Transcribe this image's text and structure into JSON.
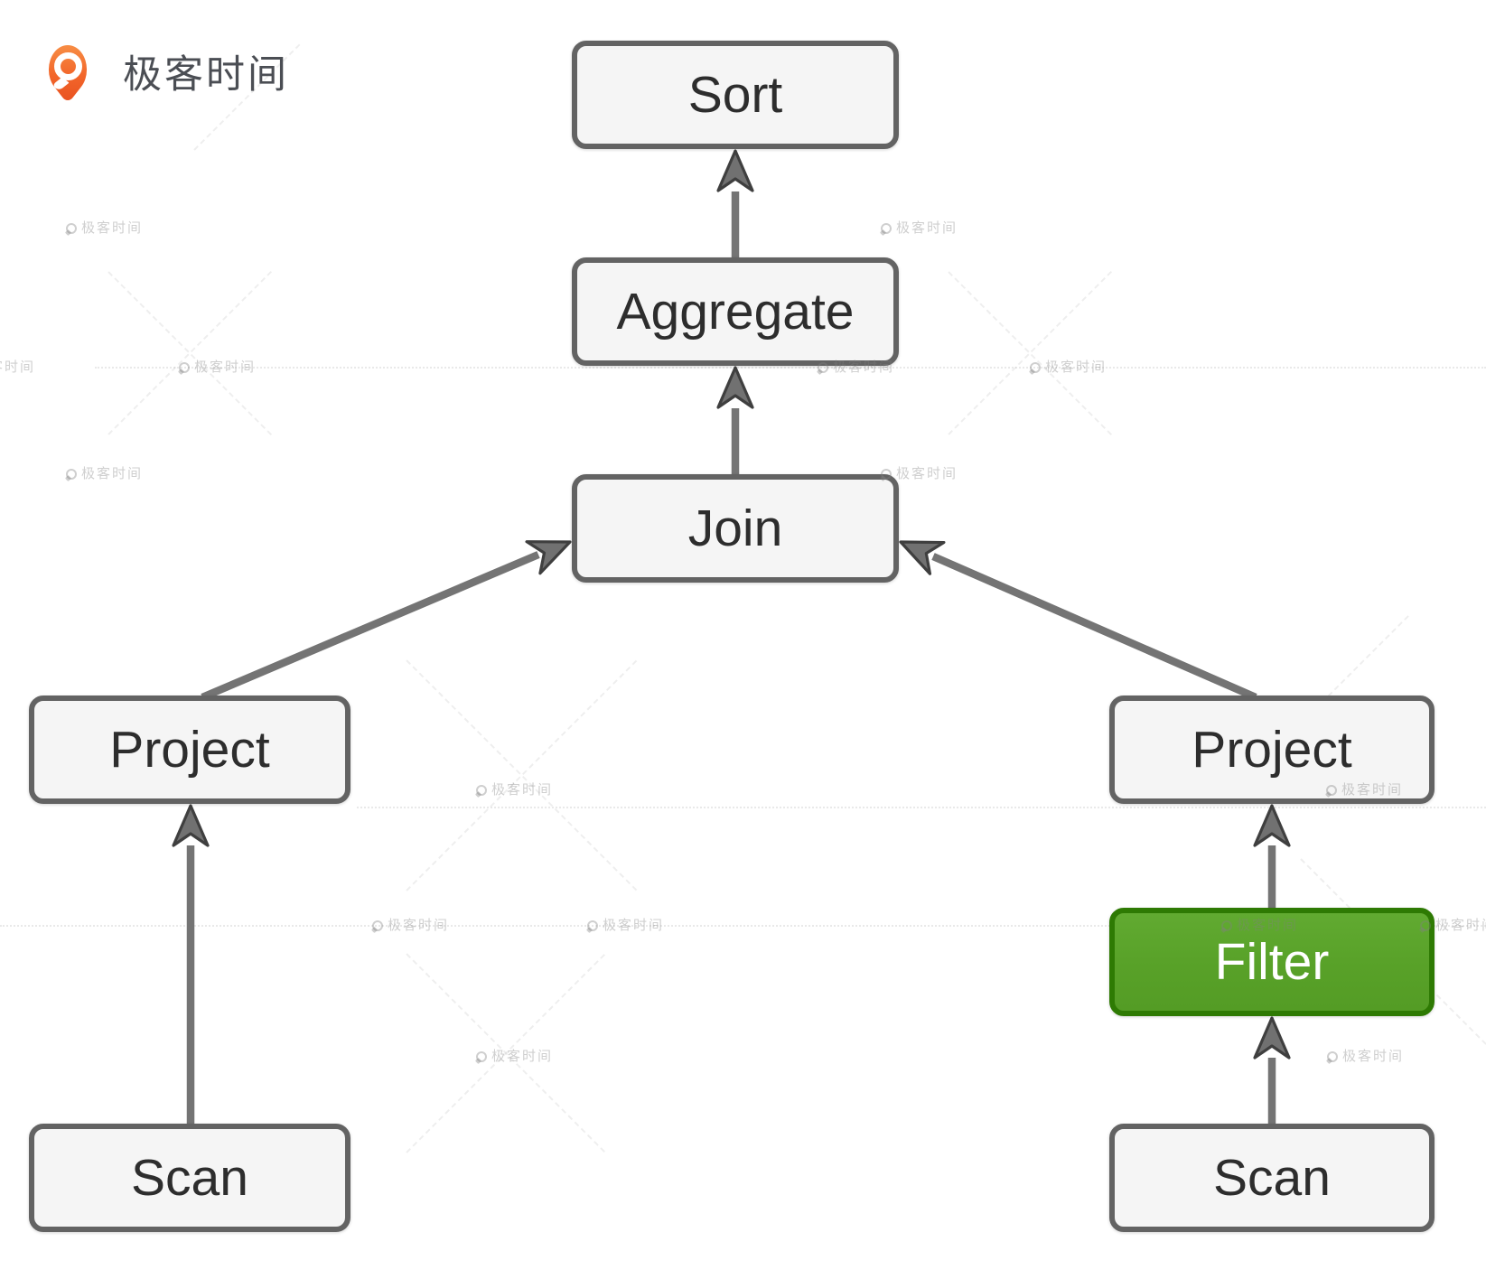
{
  "logo": {
    "brand_text": "极客时间",
    "icon": "geektime-pin-icon",
    "icon_color": "#f26d21",
    "text_color": "#4b4e54"
  },
  "diagram": {
    "type": "query-execution-plan-tree",
    "nodes": [
      {
        "id": "sort",
        "label": "Sort",
        "variant": "default"
      },
      {
        "id": "aggregate",
        "label": "Aggregate",
        "variant": "default"
      },
      {
        "id": "join",
        "label": "Join",
        "variant": "default"
      },
      {
        "id": "project-left",
        "label": "Project",
        "variant": "default"
      },
      {
        "id": "project-right",
        "label": "Project",
        "variant": "default"
      },
      {
        "id": "filter",
        "label": "Filter",
        "variant": "highlight"
      },
      {
        "id": "scan-left",
        "label": "Scan",
        "variant": "default"
      },
      {
        "id": "scan-right",
        "label": "Scan",
        "variant": "default"
      }
    ],
    "edges": [
      {
        "from": "aggregate",
        "to": "sort"
      },
      {
        "from": "join",
        "to": "aggregate"
      },
      {
        "from": "project-left",
        "to": "join"
      },
      {
        "from": "project-right",
        "to": "join"
      },
      {
        "from": "scan-left",
        "to": "project-left"
      },
      {
        "from": "filter",
        "to": "project-right"
      },
      {
        "from": "scan-right",
        "to": "filter"
      }
    ],
    "colors": {
      "node_fill": "#f5f5f5",
      "node_border": "#636363",
      "node_text": "#2d2d2d",
      "highlight_fill": "#58a128",
      "highlight_border": "#2e7a03",
      "highlight_text": "#ffffff",
      "edge": "#747474",
      "edge_head_outline": "#3f3f3f"
    }
  },
  "watermark": {
    "text": "极客时间",
    "icon": "geektime-pin-icon"
  }
}
